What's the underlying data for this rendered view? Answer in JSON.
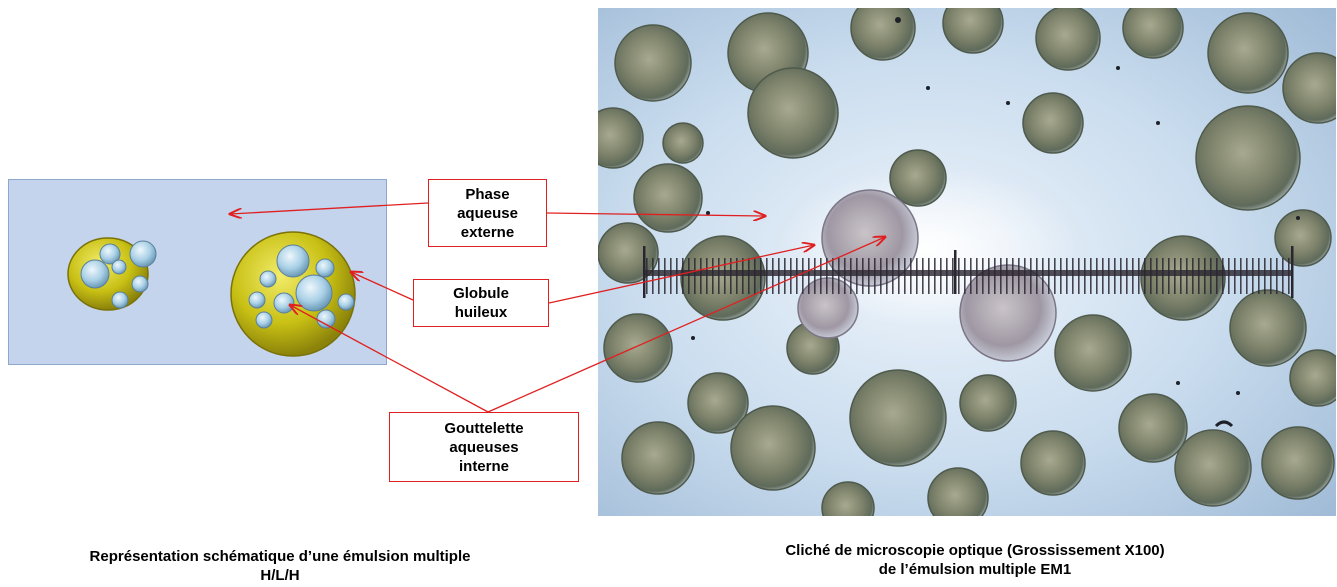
{
  "labels": {
    "external_phase": "Phase\naqueuse\nexterne",
    "oil_globule": "Globule\nhuileux",
    "inner_droplets": "Gouttelette\naqueuses\ninterne"
  },
  "captions": {
    "left": "Représentation schématique d’une émulsion multiple\nH/L/H",
    "right": "Cliché de microscopie optique (Grossissement X100)\nde l’émulsion multiple  EM1"
  },
  "colors": {
    "arrow": "#e02020",
    "panel": "#c4d4ec",
    "globule": "#c8c014",
    "droplet": "#9cc8e0"
  }
}
